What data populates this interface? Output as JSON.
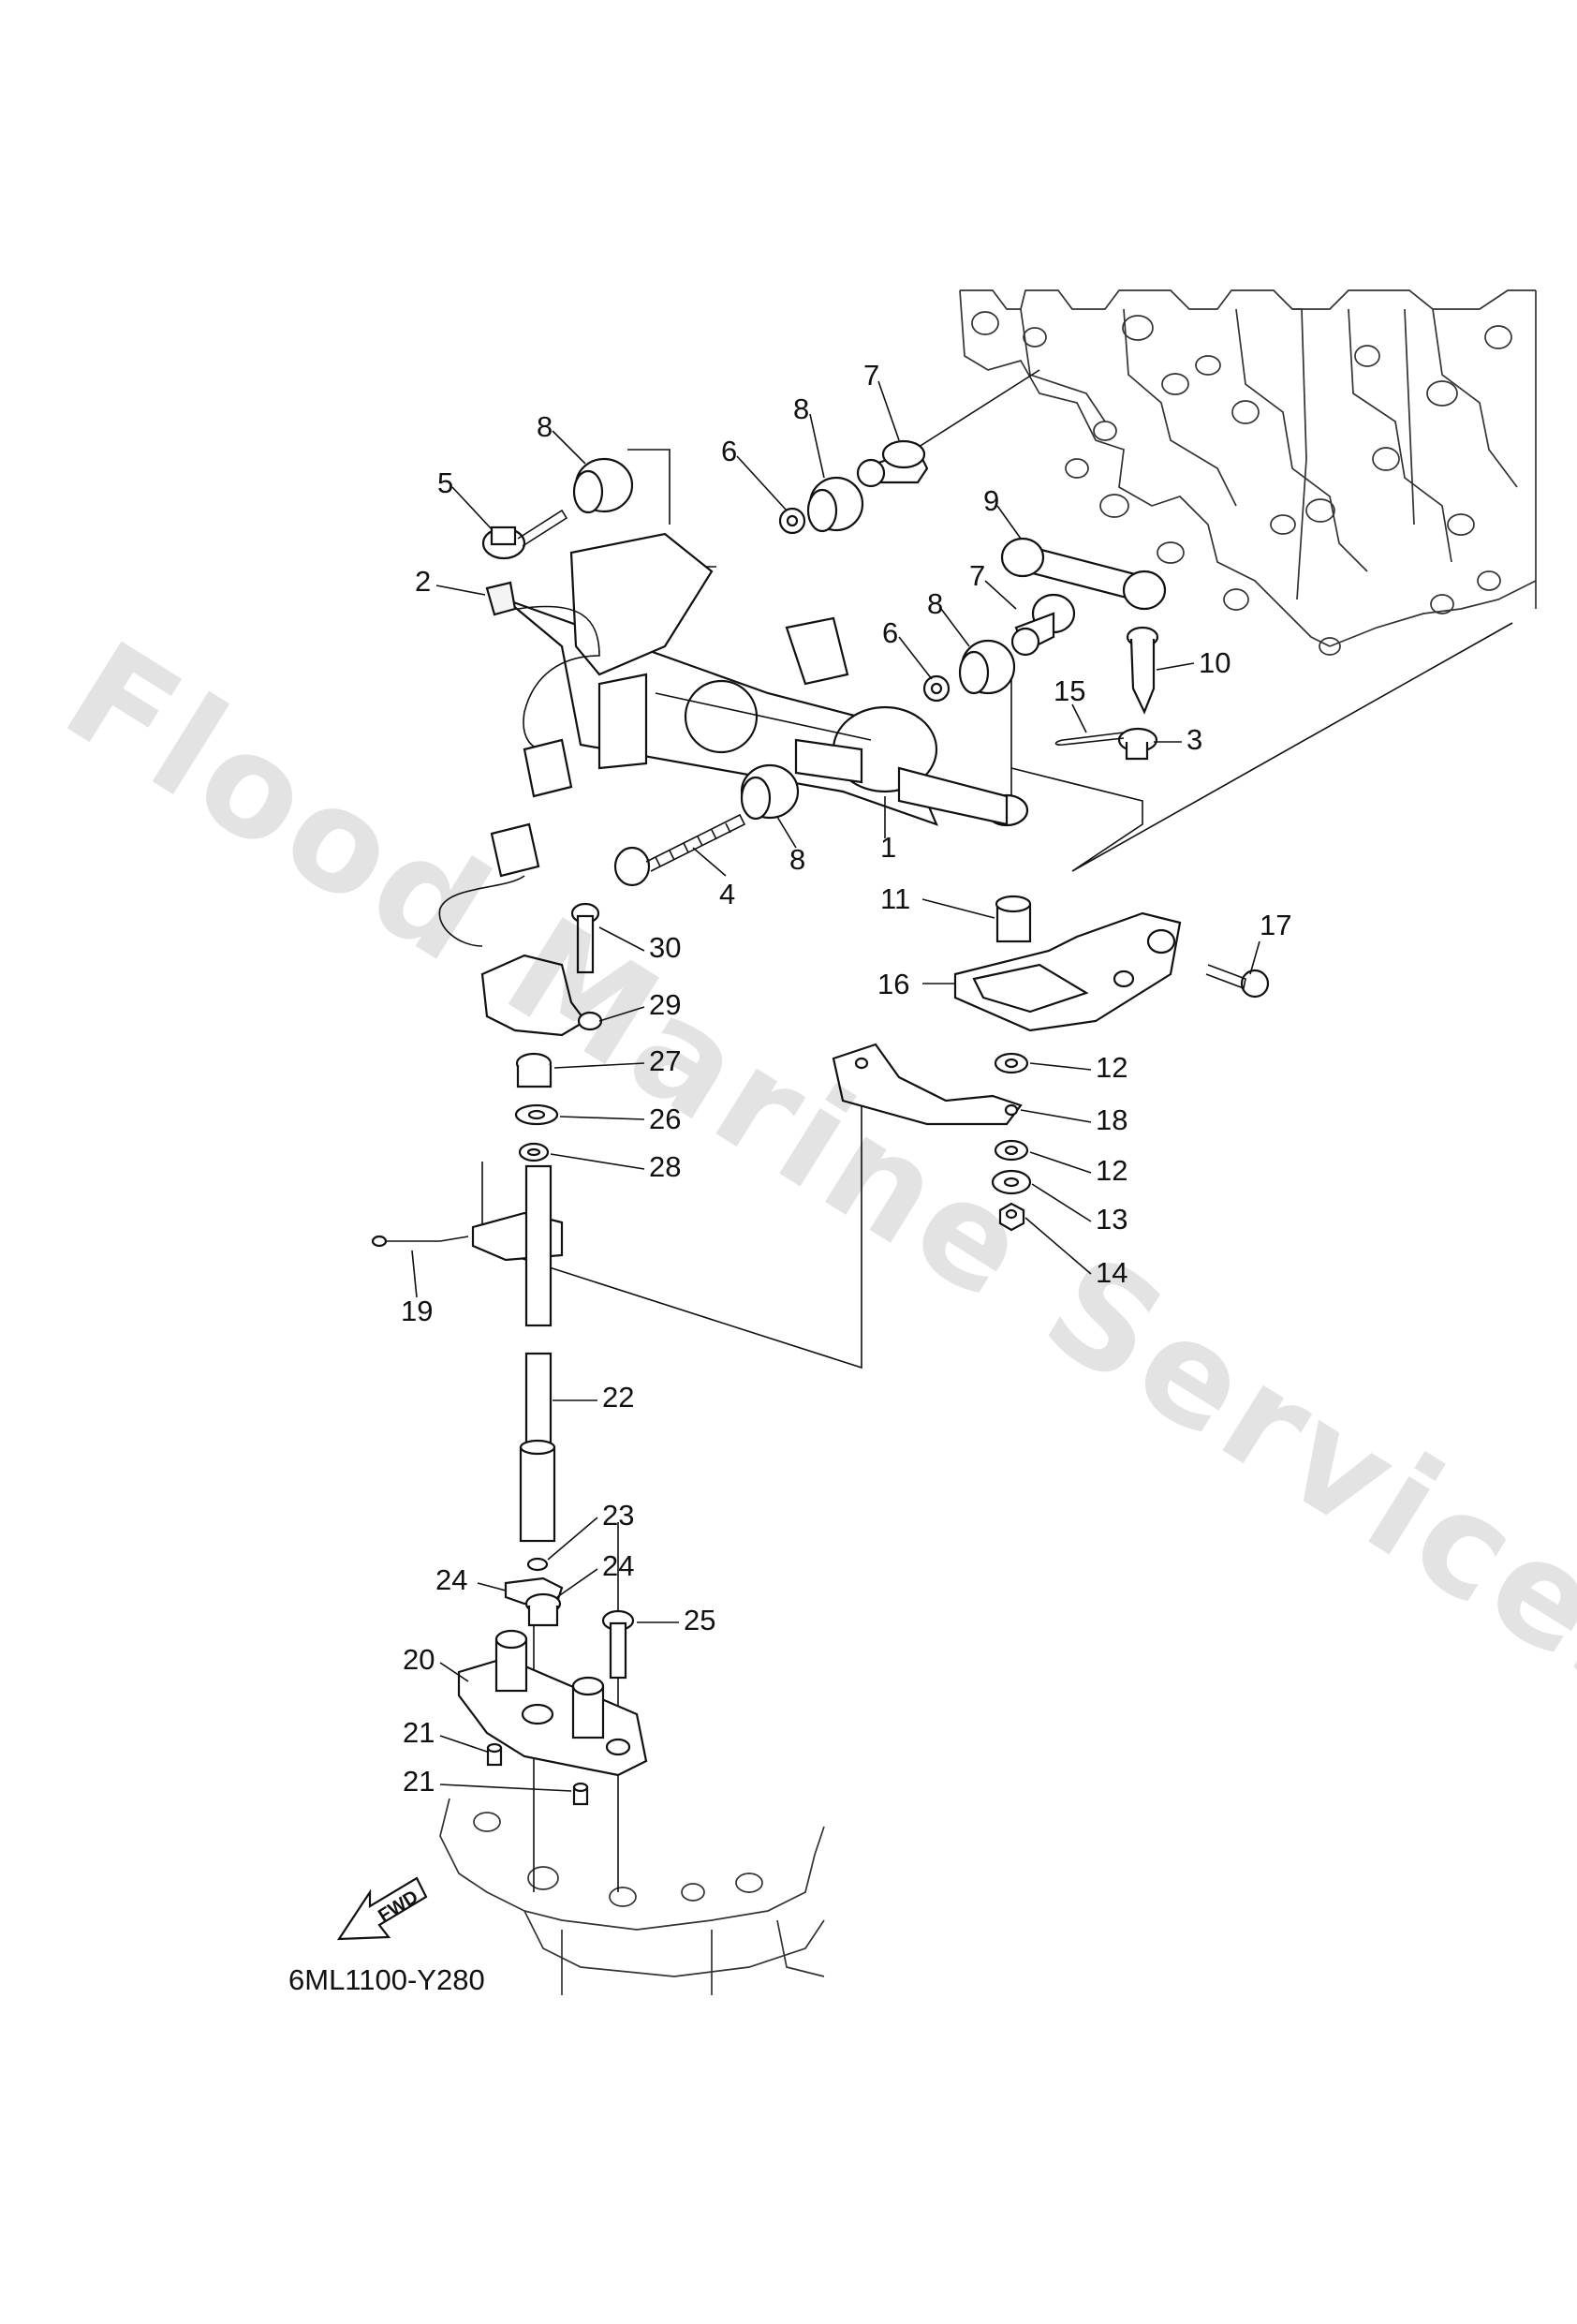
{
  "diagram": {
    "code": "6ML1100-Y280",
    "fwd_label": "FWD",
    "watermark": "Flood Marine Services",
    "labels": [
      {
        "id": "l1",
        "text": "1"
      },
      {
        "id": "l2",
        "text": "2"
      },
      {
        "id": "l3",
        "text": "3"
      },
      {
        "id": "l4",
        "text": "4"
      },
      {
        "id": "l5",
        "text": "5"
      },
      {
        "id": "l6a",
        "text": "6"
      },
      {
        "id": "l6b",
        "text": "6"
      },
      {
        "id": "l7a",
        "text": "7"
      },
      {
        "id": "l7b",
        "text": "7"
      },
      {
        "id": "l8a",
        "text": "8"
      },
      {
        "id": "l8b",
        "text": "8"
      },
      {
        "id": "l8c",
        "text": "8"
      },
      {
        "id": "l8d",
        "text": "8"
      },
      {
        "id": "l9",
        "text": "9"
      },
      {
        "id": "l10",
        "text": "10"
      },
      {
        "id": "l11",
        "text": "11"
      },
      {
        "id": "l12a",
        "text": "12"
      },
      {
        "id": "l12b",
        "text": "12"
      },
      {
        "id": "l13",
        "text": "13"
      },
      {
        "id": "l14",
        "text": "14"
      },
      {
        "id": "l15",
        "text": "15"
      },
      {
        "id": "l16",
        "text": "16"
      },
      {
        "id": "l17",
        "text": "17"
      },
      {
        "id": "l18",
        "text": "18"
      },
      {
        "id": "l19",
        "text": "19"
      },
      {
        "id": "l20",
        "text": "20"
      },
      {
        "id": "l21a",
        "text": "21"
      },
      {
        "id": "l21b",
        "text": "21"
      },
      {
        "id": "l22",
        "text": "22"
      },
      {
        "id": "l23",
        "text": "23"
      },
      {
        "id": "l24a",
        "text": "24"
      },
      {
        "id": "l24b",
        "text": "24"
      },
      {
        "id": "l25",
        "text": "25"
      },
      {
        "id": "l26",
        "text": "26"
      },
      {
        "id": "l27",
        "text": "27"
      },
      {
        "id": "l28",
        "text": "28"
      },
      {
        "id": "l29",
        "text": "29"
      },
      {
        "id": "l30",
        "text": "30"
      }
    ]
  }
}
